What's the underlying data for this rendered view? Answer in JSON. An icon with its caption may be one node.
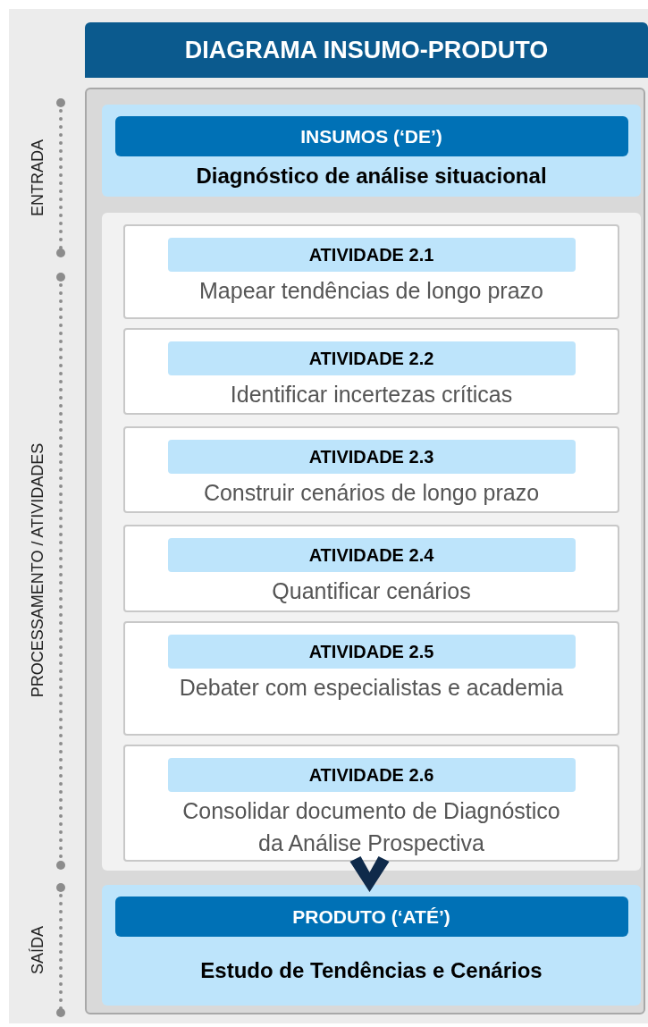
{
  "diagram": {
    "nodes": [
      {
        "text": [
          "DIAGRAMA INSUMO-PRODUTO"
        ]
      },
      {
        "text": [],
        "shape": "box"
      },
      {
        "text": [
          "INSUMOS (‘DE’)",
          "Diagnóstico de análise situacional"
        ],
        "in": 1
      },
      {
        "text": [],
        "shape": "box",
        "in": 1
      },
      {
        "text": [
          "ATIVIDADE 2.1",
          "Mapear tendências de longo prazo"
        ],
        "in": 3
      },
      {
        "text": [
          "ATIVIDADE 2.2",
          "Identificar incertezas críticas"
        ],
        "in": 3
      },
      {
        "text": [
          "ATIVIDADE 2.3",
          "Construir cenários de longo prazo"
        ],
        "in": 3
      },
      {
        "text": [
          "ATIVIDADE 2.4",
          "Quantificar cenários"
        ],
        "in": 3
      },
      {
        "text": [
          "ATIVIDADE 2.5",
          "Debater com especialistas e academia"
        ],
        "in": 3
      },
      {
        "text": [
          "ATIVIDADE 2.6",
          "Consolidar documento de Diagnóstico da Análise Prospectiva"
        ],
        "in": 3
      },
      {
        "text": [
          "PRODUTO (‘ATÉ’)",
          "Estudo de Tendências e Cenários"
        ],
        "in": 1
      }
    ],
    "edges": [
      {
        "from": 3,
        "to": 10,
        "arrow": "to"
      }
    ],
    "labels": [
      "ENTRADA",
      "PROCESSAMENTO / ATIVIDADES",
      "SAÍDA"
    ]
  }
}
